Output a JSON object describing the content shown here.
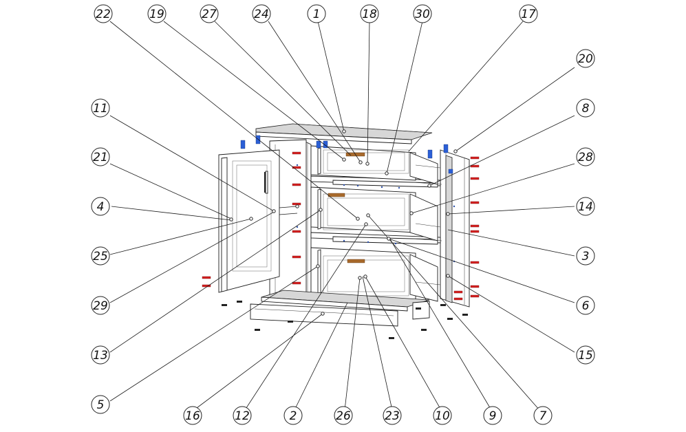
{
  "callouts": [
    {
      "label": "22"
    },
    {
      "label": "19"
    },
    {
      "label": "27"
    },
    {
      "label": "24"
    },
    {
      "label": "1"
    },
    {
      "label": "18"
    },
    {
      "label": "30"
    },
    {
      "label": "17"
    },
    {
      "label": "20"
    },
    {
      "label": "8"
    },
    {
      "label": "28"
    },
    {
      "label": "14"
    },
    {
      "label": "3"
    },
    {
      "label": "6"
    },
    {
      "label": "15"
    },
    {
      "label": "11"
    },
    {
      "label": "21"
    },
    {
      "label": "4"
    },
    {
      "label": "25"
    },
    {
      "label": "29"
    },
    {
      "label": "13"
    },
    {
      "label": "5"
    },
    {
      "label": "16"
    },
    {
      "label": "12"
    },
    {
      "label": "2"
    },
    {
      "label": "26"
    },
    {
      "label": "23"
    },
    {
      "label": "10"
    },
    {
      "label": "9"
    },
    {
      "label": "7"
    }
  ],
  "colors": {
    "line": "#1a1a1a",
    "hardware_red": "#d42020",
    "hinge_blue": "#2b5fd6",
    "handle_brown": "#a86a2c"
  }
}
